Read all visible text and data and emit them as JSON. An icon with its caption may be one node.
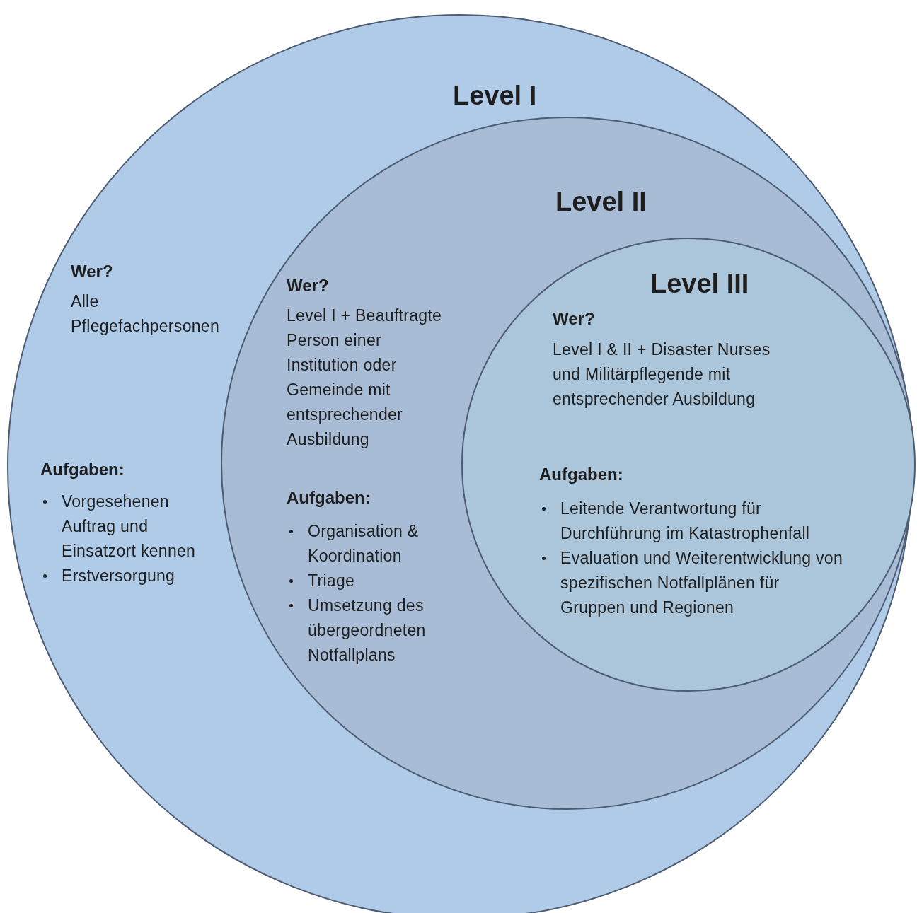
{
  "diagram": {
    "nodes": [
      {
        "text": [
          "Level I",
          "Wer?",
          "Alle Pflegefachpersonen",
          "Aufgaben:",
          "Vorgesehenen Auftrag und Einsatzort kennen",
          "Erstversorgung"
        ]
      },
      {
        "text": [
          "Level II",
          "Wer?",
          "Level I + Beauftragte Person einer Institution oder Gemeinde mit entsprechender Ausbildung",
          "Aufgaben:",
          "Organisation & Koordination",
          "Triage",
          "Umsetzung des übergeordneten Notfallplans"
        ],
        "in": 0
      },
      {
        "text": [
          "Level III",
          "Wer?",
          "Level I & II + Disaster Nurses und Militärpflegende mit entsprechender Ausbildung",
          "Aufgaben:",
          "Leitende Verantwortung für Durchführung im Katastrophenfall",
          "Evaluation und Weiterentwicklung von spezifischen Notfallplänen für Gruppen und Regionen"
        ],
        "in": 1
      }
    ],
    "edges": []
  }
}
